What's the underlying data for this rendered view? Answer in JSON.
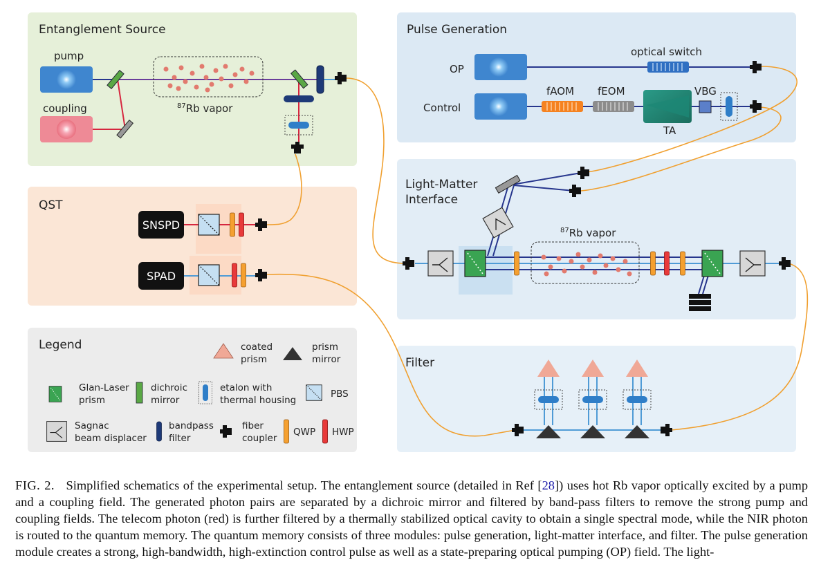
{
  "panels": {
    "entanglement_source": "Entanglement Source",
    "pulse_generation": "Pulse Generation",
    "qst": "QST",
    "light_matter": [
      "Light-Matter",
      "Interface"
    ],
    "legend": "Legend",
    "filter": "Filter"
  },
  "labels": {
    "pump": "pump",
    "coupling": "coupling",
    "rb_vapor_sup": "87",
    "rb_vapor": "Rb vapor",
    "op": "OP",
    "control": "Control",
    "optical_switch": "optical switch",
    "faom": "fAOM",
    "feom": "fEOM",
    "ta": "TA",
    "vbg": "VBG",
    "snspd": "SNSPD",
    "spad": "SPAD"
  },
  "legend_items": {
    "coated_prism": [
      "coated",
      "prism"
    ],
    "prism_mirror": [
      "prism",
      "mirror"
    ],
    "glan_laser": [
      "Glan-Laser",
      "prism"
    ],
    "dichroic": [
      "dichroic",
      "mirror"
    ],
    "etalon": [
      "etalon with",
      "thermal housing"
    ],
    "pbs": "PBS",
    "sagnac": [
      "Sagnac",
      "beam displacer"
    ],
    "bandpass": [
      "bandpass",
      "filter"
    ],
    "fiber_coupler": [
      "fiber",
      "coupler"
    ],
    "qwp": "QWP",
    "hwp": "HWP"
  },
  "caption": {
    "label": "FIG. 2.",
    "text_1": "Simplified schematics of the experimental setup. The entanglement source (detailed in Ref [",
    "ref": "28",
    "text_2": "]) uses hot Rb vapor optically excited by a pump and a coupling field. The generated photon pairs are separated by a dichroic mirror and filtered by band-pass filters to remove the strong pump and coupling fields. The telecom photon (red) is further filtered by a thermally stabilized optical cavity to obtain a single spectral mode, while the NIR photon is routed to the quantum memory. The quantum memory consists of three modules: pulse generation, light-matter interface, and filter. The pulse generation module creates a strong, high-bandwidth, high-extinction control pulse as well as a state-preparing optical pumping (OP) field. The light-"
  },
  "colors": {
    "entanglement_bg": "#e6f0d9",
    "pulse_bg": "#dce9f4",
    "qst_bg": "#fbe6d6",
    "legend_bg": "#ececec",
    "lmi_bg": "#e2edf6",
    "filter_bg": "#e6f0f8",
    "nir_beam": "#27368d",
    "telecom_beam": "#d6263f",
    "fiber": "#f0a030",
    "light_beam": "#4f9bd6"
  }
}
